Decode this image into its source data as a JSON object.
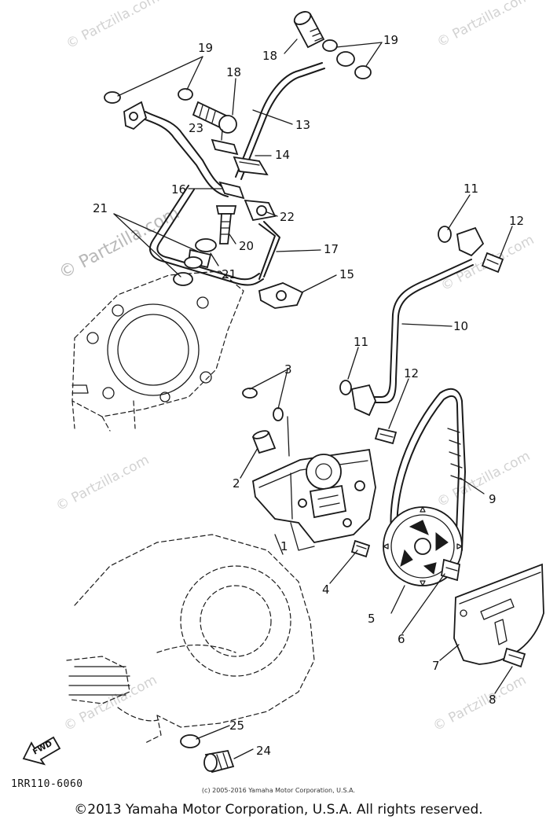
{
  "watermark": {
    "text": "© Partzilla.com"
  },
  "callouts": [
    {
      "label": "1"
    },
    {
      "label": "2"
    },
    {
      "label": "3"
    },
    {
      "label": "4"
    },
    {
      "label": "5"
    },
    {
      "label": "6"
    },
    {
      "label": "7"
    },
    {
      "label": "8"
    },
    {
      "label": "9"
    },
    {
      "label": "10"
    },
    {
      "label": "11"
    },
    {
      "label": "11"
    },
    {
      "label": "12"
    },
    {
      "label": "12"
    },
    {
      "label": "13"
    },
    {
      "label": "14"
    },
    {
      "label": "15"
    },
    {
      "label": "16"
    },
    {
      "label": "17"
    },
    {
      "label": "18"
    },
    {
      "label": "18"
    },
    {
      "label": "19"
    },
    {
      "label": "19"
    },
    {
      "label": "20"
    },
    {
      "label": "21"
    },
    {
      "label": "21"
    },
    {
      "label": "22"
    },
    {
      "label": "23"
    },
    {
      "label": "24"
    },
    {
      "label": "25"
    }
  ],
  "fwd_label": "FWD",
  "diagram_code": "1RR110-6060",
  "small_copyright": "(c) 2005-2016 Yamaha Motor Corporation, U.S.A.",
  "footer_copyright": "©2013 Yamaha Motor Corporation, U.S.A. All rights reserved."
}
